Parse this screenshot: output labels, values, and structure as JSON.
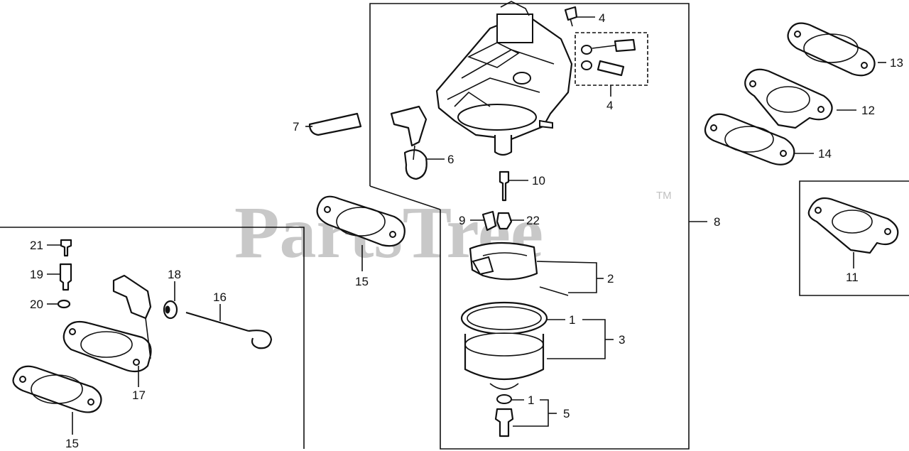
{
  "watermark": {
    "text": "PartsTree",
    "trademark": "TM"
  },
  "callouts": [
    {
      "id": "c4a",
      "text": "4"
    },
    {
      "id": "c4b",
      "text": "4"
    },
    {
      "id": "c13",
      "text": "13"
    },
    {
      "id": "c12",
      "text": "12"
    },
    {
      "id": "c14",
      "text": "14"
    },
    {
      "id": "c7",
      "text": "7"
    },
    {
      "id": "c6",
      "text": "6"
    },
    {
      "id": "c10",
      "text": "10"
    },
    {
      "id": "c9",
      "text": "9"
    },
    {
      "id": "c22",
      "text": "22"
    },
    {
      "id": "c8",
      "text": "8"
    },
    {
      "id": "c15a",
      "text": "15"
    },
    {
      "id": "c2",
      "text": "2"
    },
    {
      "id": "c1a",
      "text": "1"
    },
    {
      "id": "c3",
      "text": "3"
    },
    {
      "id": "c1b",
      "text": "1"
    },
    {
      "id": "c5",
      "text": "5"
    },
    {
      "id": "c11",
      "text": "11"
    },
    {
      "id": "c21",
      "text": "21"
    },
    {
      "id": "c19",
      "text": "19"
    },
    {
      "id": "c20",
      "text": "20"
    },
    {
      "id": "c18",
      "text": "18"
    },
    {
      "id": "c16",
      "text": "16"
    },
    {
      "id": "c17",
      "text": "17"
    },
    {
      "id": "c15b",
      "text": "15"
    }
  ]
}
